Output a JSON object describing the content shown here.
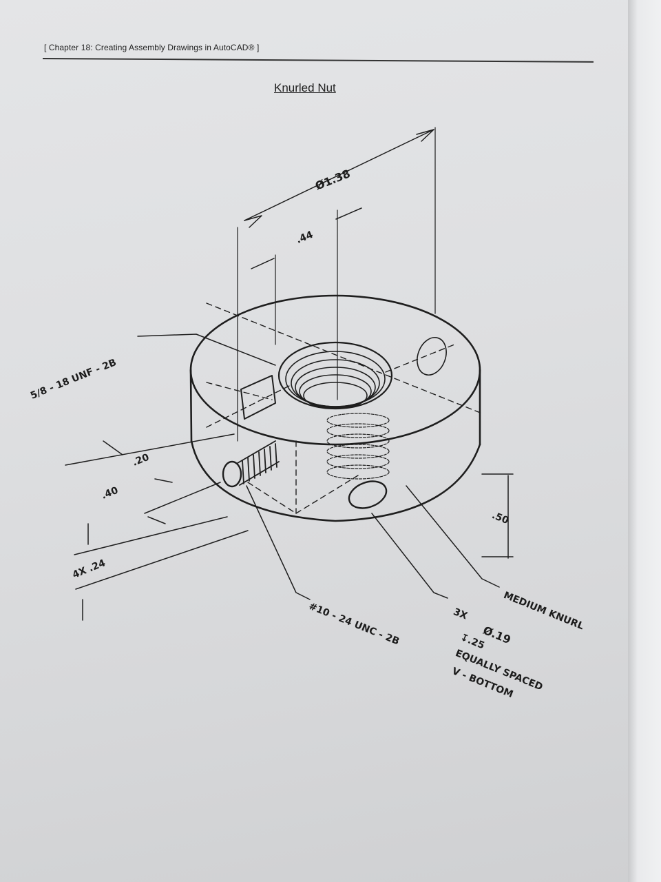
{
  "header": {
    "text": "[ Chapter 18:  Creating Assembly Drawings in AutoCAD® ]"
  },
  "drawing": {
    "title": "Knurled Nut",
    "dimensions": {
      "dia_major": "Ø1.38",
      "bore_offset": ".44",
      "thread_main": "5/8 - 18 UNF - 2B",
      "dim_20": ".20",
      "dim_40": ".40",
      "dim_4x": "4X .24",
      "thread_set": "#10 - 24 UNC - 2B",
      "height": ".50",
      "knurl": "MEDIUM KNURL",
      "holes_qty": "3X",
      "holes_dia": "Ø.19",
      "holes_depth": "↧.25",
      "holes_spacing": "EQUALLY SPACED",
      "holes_bottom": "V - BOTTOM"
    }
  }
}
